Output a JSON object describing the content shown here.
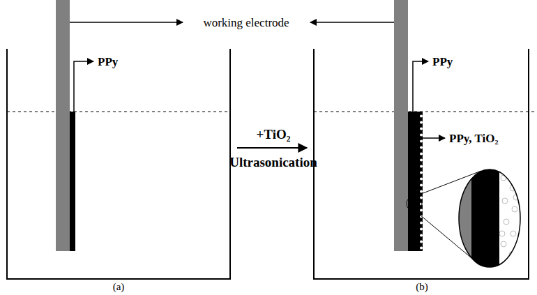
{
  "diagram": {
    "labels": [
      "working electrode",
      "PPy",
      "+TiO₂",
      "Ultrasonication",
      "PPy",
      "PPy, TiO₂",
      "(a)",
      "(b)"
    ]
  }
}
